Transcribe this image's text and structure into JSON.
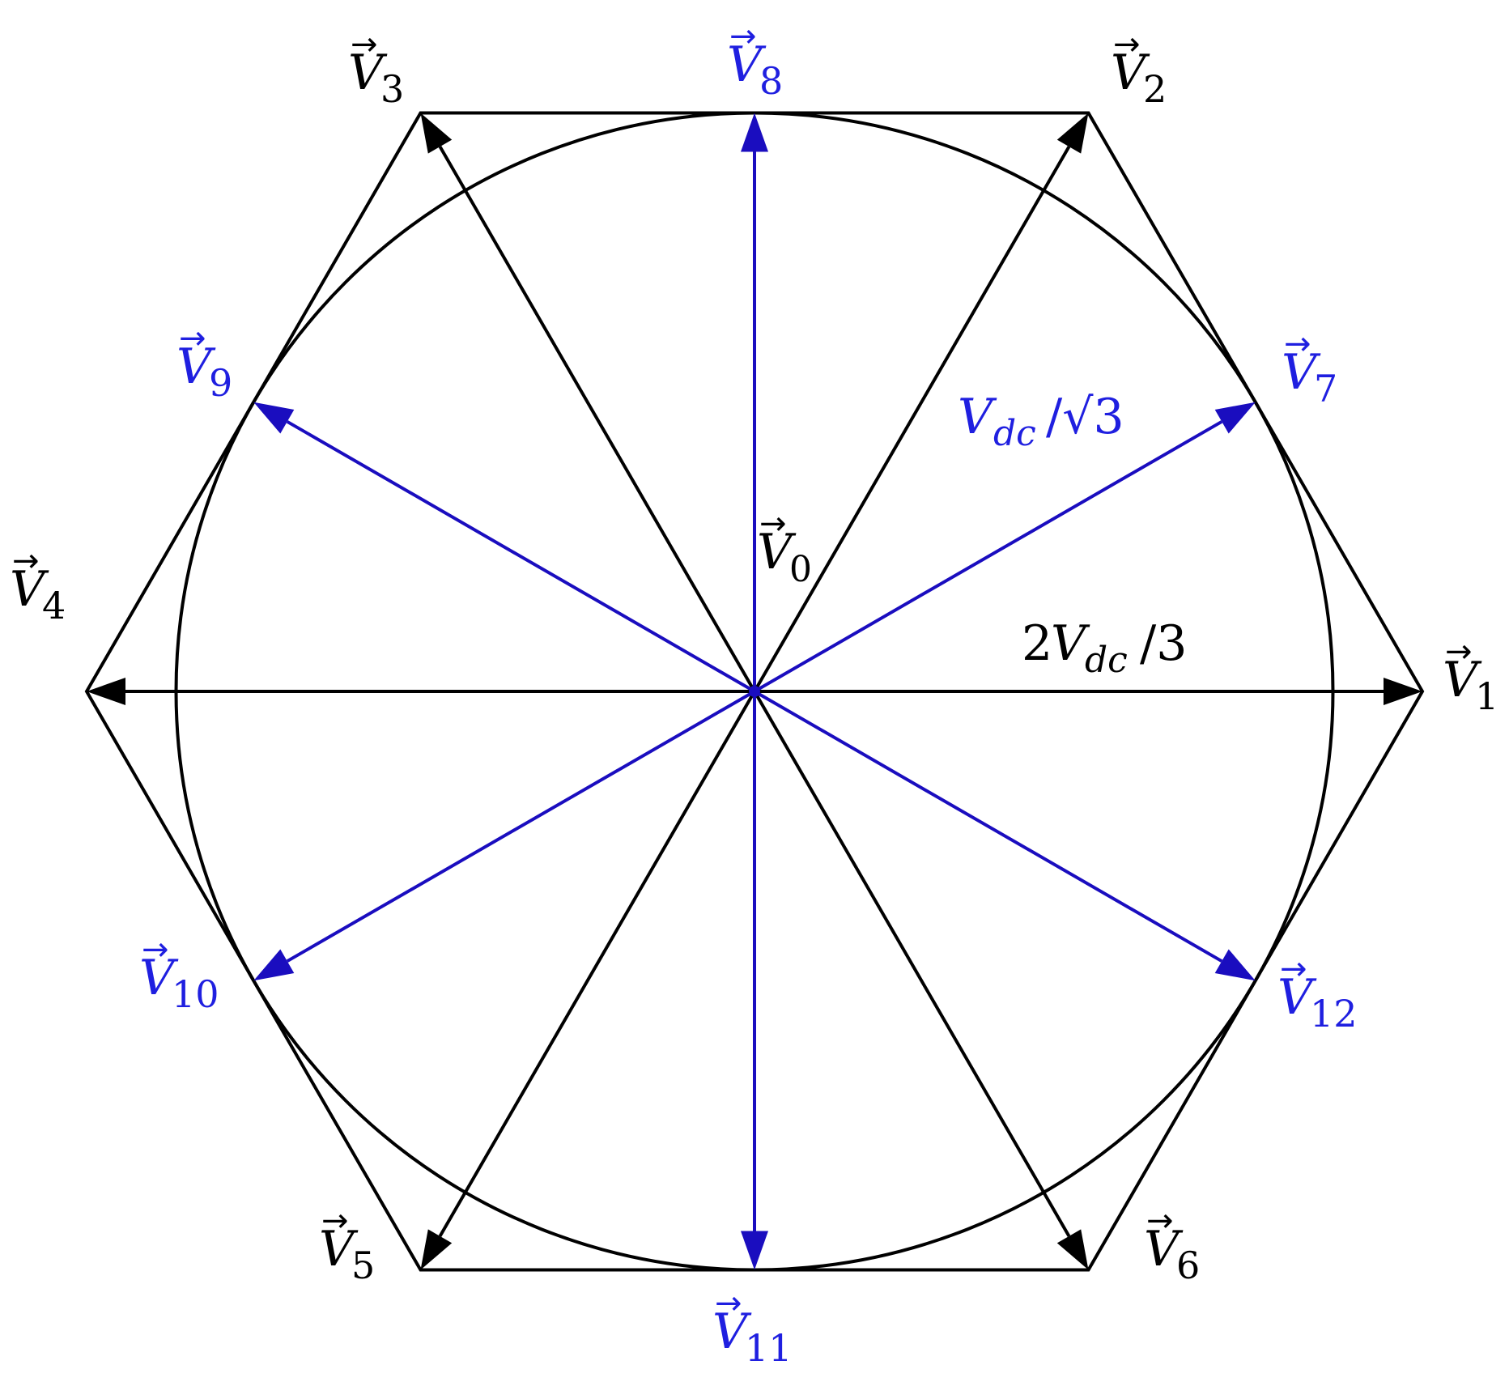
{
  "diagram": {
    "kind": "space-vector-hexagon",
    "colors": {
      "primary": "#000000",
      "secondary": "#1a0dbf",
      "secondary_text": "#1f1fe0",
      "background": "#ffffff"
    },
    "center_vector": {
      "symbol": "V",
      "subscript": "0"
    },
    "primary_vectors": [
      {
        "symbol": "V",
        "subscript": "1",
        "angle_deg": 0
      },
      {
        "symbol": "V",
        "subscript": "2",
        "angle_deg": 60
      },
      {
        "symbol": "V",
        "subscript": "3",
        "angle_deg": 120
      },
      {
        "symbol": "V",
        "subscript": "4",
        "angle_deg": 180
      },
      {
        "symbol": "V",
        "subscript": "5",
        "angle_deg": 240
      },
      {
        "symbol": "V",
        "subscript": "6",
        "angle_deg": 300
      }
    ],
    "secondary_vectors": [
      {
        "symbol": "V",
        "subscript": "7",
        "angle_deg": 30
      },
      {
        "symbol": "V",
        "subscript": "8",
        "angle_deg": 90
      },
      {
        "symbol": "V",
        "subscript": "9",
        "angle_deg": 150
      },
      {
        "symbol": "V",
        "subscript": "10",
        "angle_deg": 210
      },
      {
        "symbol": "V",
        "subscript": "11",
        "angle_deg": 270
      },
      {
        "symbol": "V",
        "subscript": "12",
        "angle_deg": 330
      }
    ],
    "magnitude_labels": {
      "primary": {
        "prefix": "2",
        "symbol": "V",
        "subscript": "dc",
        "suffix": "/3"
      },
      "secondary": {
        "symbol": "V",
        "subscript": "dc",
        "suffix": "/√3"
      }
    },
    "arrow_glyph": "→"
  }
}
